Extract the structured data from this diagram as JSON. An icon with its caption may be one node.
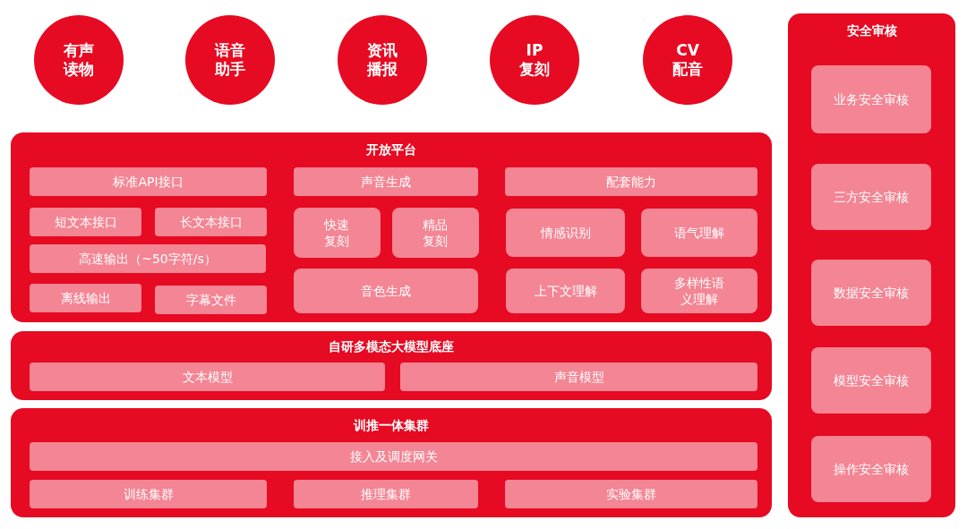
{
  "diagram": {
    "nodes": [
      {
        "text": [
          "有声读物"
        ]
      },
      {
        "text": [
          "语音助手"
        ]
      },
      {
        "text": [
          "资讯播报"
        ]
      },
      {
        "text": [
          "IP复刻"
        ]
      },
      {
        "text": [
          "CV配音"
        ]
      },
      {
        "text": [
          "安全审核"
        ]
      },
      {
        "text": [
          "业务安全审核"
        ],
        "in": 5
      },
      {
        "text": [
          "三方安全审核"
        ],
        "in": 5
      },
      {
        "text": [
          "数据安全审核"
        ],
        "in": 5
      },
      {
        "text": [
          "模型安全审核"
        ],
        "in": 5
      },
      {
        "text": [
          "操作安全审核"
        ],
        "in": 5
      },
      {
        "text": [
          "开放平台"
        ]
      },
      {
        "text": [
          "标准API接口"
        ],
        "in": 11
      },
      {
        "text": [
          "短文本接口"
        ],
        "in": 11
      },
      {
        "text": [
          "长文本接口"
        ],
        "in": 11
      },
      {
        "text": [
          "高速输出（~50字符/s）"
        ],
        "in": 11
      },
      {
        "text": [
          "离线输出"
        ],
        "in": 11
      },
      {
        "text": [
          "字幕文件"
        ],
        "in": 11
      },
      {
        "text": [
          "声音生成"
        ],
        "in": 11
      },
      {
        "text": [
          "快速复刻"
        ],
        "in": 11
      },
      {
        "text": [
          "精品复刻"
        ],
        "in": 11
      },
      {
        "text": [
          "音色生成"
        ],
        "in": 11
      },
      {
        "text": [
          "配套能力"
        ],
        "in": 11
      },
      {
        "text": [
          "情感识别"
        ],
        "in": 11
      },
      {
        "text": [
          "语气理解"
        ],
        "in": 11
      },
      {
        "text": [
          "上下文理解"
        ],
        "in": 11
      },
      {
        "text": [
          "多样性语义理解"
        ],
        "in": 11
      },
      {
        "text": [
          "自研多模态大模型底座"
        ]
      },
      {
        "text": [
          "文本模型"
        ],
        "in": 27
      },
      {
        "text": [
          "声音模型"
        ],
        "in": 27
      },
      {
        "text": [
          "训推一体集群"
        ]
      },
      {
        "text": [
          "接入及调度网关"
        ],
        "in": 30
      },
      {
        "text": [
          "训练集群"
        ],
        "in": 30
      },
      {
        "text": [
          "推理集群"
        ],
        "in": 30
      },
      {
        "text": [
          "实验集群"
        ],
        "in": 30
      }
    ]
  }
}
